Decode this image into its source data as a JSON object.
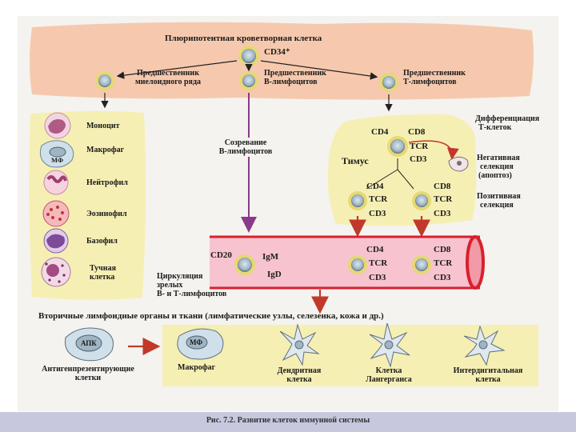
{
  "top": {
    "title": "Плюрипотентная кроветворная клетка",
    "marker": "CD34⁺",
    "myeloid_line1": "Предшественник",
    "myeloid_line2": "миелоидного ряда",
    "b_line1": "Предшественник",
    "b_line2": "В-лимфоцитов",
    "t_line1": "Предшественник",
    "t_line2": "Т-лимфоцитов"
  },
  "myeloid_cells": [
    {
      "label": "Моноцит"
    },
    {
      "label": "Макрофаг",
      "badge": "МФ"
    },
    {
      "label": "Нейтрофил"
    },
    {
      "label": "Эозинофил"
    },
    {
      "label": "Базофил"
    },
    {
      "label": "Тучная клетка",
      "line1": "Тучная",
      "line2": "клетка"
    }
  ],
  "b_maturation": {
    "line1": "Созревание",
    "line2": "В-лимфоцитов"
  },
  "thymus": {
    "title": "Тимус",
    "diff_line1": "Дифференциация",
    "diff_line2": "Т-клеток",
    "neg_line1": "Негативная",
    "neg_line2": "селекция",
    "neg_line3": "(апоптоз)",
    "pos_line1": "Позитивная",
    "pos_line2": "селекция",
    "cd4": "CD4",
    "cd8": "CD8",
    "tcr": "TCR",
    "cd3": "CD3"
  },
  "circulation": {
    "cd20": "CD20",
    "igm": "IgM",
    "igd": "IgD",
    "line1": "Циркуляция",
    "line2": "зрелых",
    "line3": "В- и Т-лимфоцитов",
    "cd4": "CD4",
    "cd8": "CD8",
    "tcr": "TCR",
    "cd3": "CD3"
  },
  "secondary": {
    "title": "Вторичные лимфоидные органы и ткани (лимфатические узлы, селезенка, кожа и др.)",
    "apc_badge": "АПК",
    "apc_line1": "Антигенпрезентирующие",
    "apc_line2": "клетки",
    "mf_badge": "МФ",
    "macrophage": "Макрофаг",
    "dendritic_line1": "Дендритная",
    "dendritic_line2": "клетка",
    "langerhans_line1": "Клетка",
    "langerhans_line2": "Лангерганса",
    "interdigital_line1": "Интердигитальная",
    "interdigital_line2": "клетка"
  },
  "caption": "Рис. 7.2. Развитие клеток иммунной системы",
  "colors": {
    "top_band": "#f6c9ae",
    "myeloid_box": "#f6efb4",
    "thymus_box": "#f6efb4",
    "vessel": "#f7c3cf",
    "vessel_border": "#d8202c",
    "arrow_purple": "#8a3a8a",
    "arrow_red": "#c0392b",
    "apc_box": "#f6efb4",
    "caption_bar": "#c7c8de",
    "cell_fill": "#c8d6e0",
    "cell_ring": "#e6d873"
  }
}
